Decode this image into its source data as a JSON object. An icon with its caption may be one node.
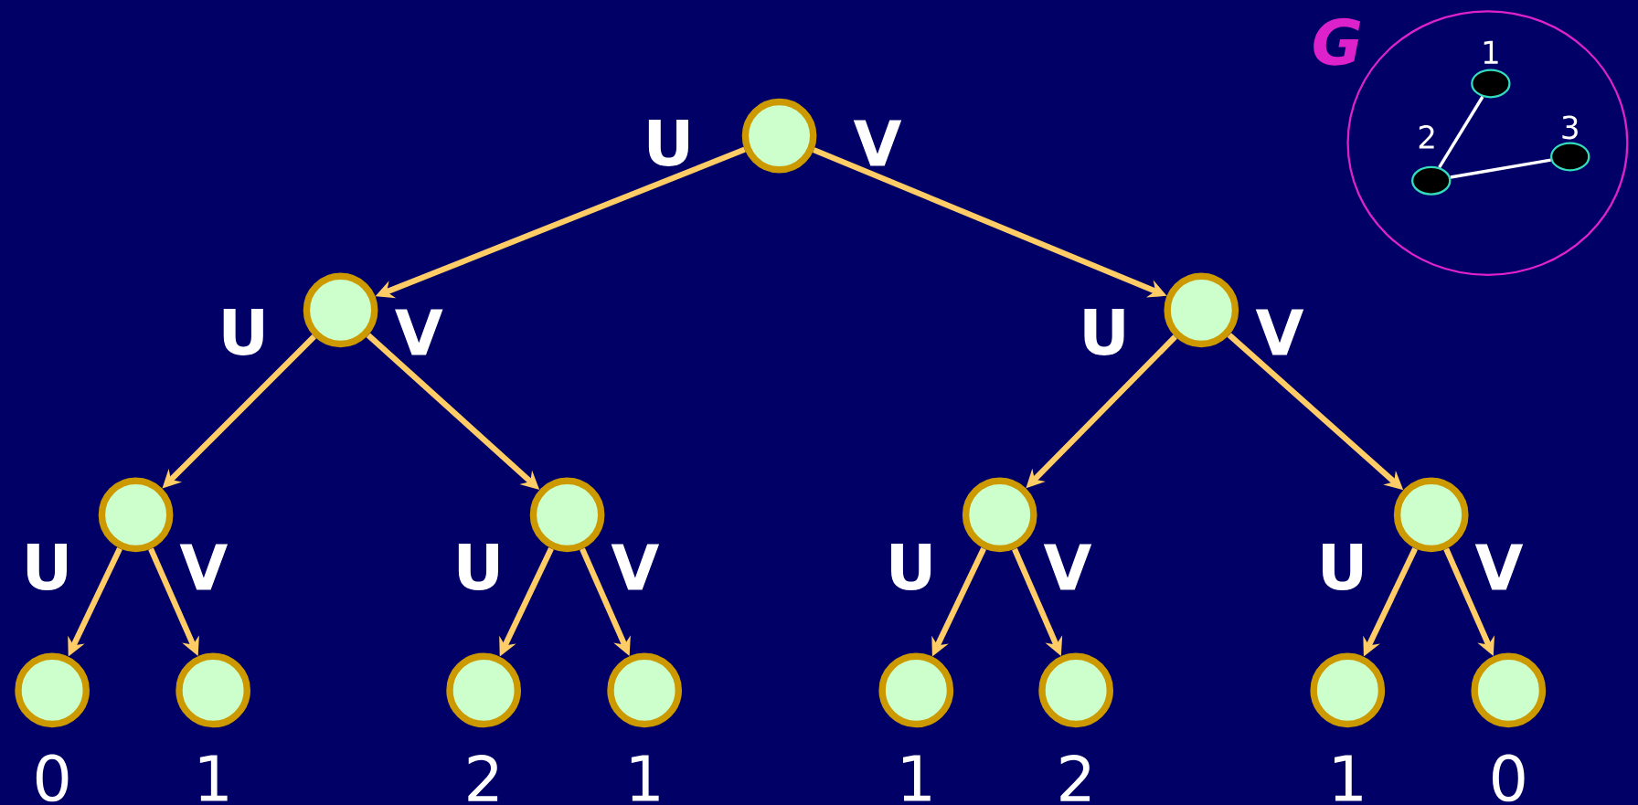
{
  "diagram": {
    "nodes": [
      {
        "text": [],
        "shape": "circle"
      },
      {
        "text": [],
        "shape": "circle"
      },
      {
        "text": [],
        "shape": "circle"
      },
      {
        "text": [],
        "shape": "circle"
      },
      {
        "text": [],
        "shape": "circle"
      },
      {
        "text": [],
        "shape": "circle"
      },
      {
        "text": [],
        "shape": "circle"
      },
      {
        "text": [],
        "shape": "circle",
        "beside": [
          "0"
        ]
      },
      {
        "text": [],
        "shape": "circle",
        "beside": [
          "1"
        ]
      },
      {
        "text": [],
        "shape": "circle",
        "beside": [
          "2"
        ]
      },
      {
        "text": [],
        "shape": "circle",
        "beside": [
          "1"
        ]
      },
      {
        "text": [],
        "shape": "circle",
        "beside": [
          "1"
        ]
      },
      {
        "text": [],
        "shape": "circle",
        "beside": [
          "2"
        ]
      },
      {
        "text": [],
        "shape": "circle",
        "beside": [
          "1"
        ]
      },
      {
        "text": [],
        "shape": "circle",
        "beside": [
          "0"
        ]
      },
      {
        "text": [
          "G"
        ]
      },
      {
        "text": [],
        "shape": "circle",
        "beside": [
          "1"
        ],
        "in": 15
      },
      {
        "text": [],
        "shape": "circle",
        "beside": [
          "2"
        ],
        "in": 15
      },
      {
        "text": [],
        "shape": "circle",
        "beside": [
          "3"
        ],
        "in": 15
      }
    ],
    "edges": [
      {
        "from": 0,
        "to": 1,
        "arrow": "to",
        "label": "U"
      },
      {
        "from": 0,
        "to": 2,
        "arrow": "to",
        "label": "V"
      },
      {
        "from": 1,
        "to": 3,
        "arrow": "to",
        "label": "U"
      },
      {
        "from": 1,
        "to": 4,
        "arrow": "to",
        "label": "V"
      },
      {
        "from": 2,
        "to": 5,
        "arrow": "to",
        "label": "U"
      },
      {
        "from": 2,
        "to": 6,
        "arrow": "to",
        "label": "V"
      },
      {
        "from": 3,
        "to": 7,
        "arrow": "to",
        "label": "U"
      },
      {
        "from": 3,
        "to": 8,
        "arrow": "to",
        "label": "V"
      },
      {
        "from": 4,
        "to": 9,
        "arrow": "to",
        "label": "U"
      },
      {
        "from": 4,
        "to": 10,
        "arrow": "to",
        "label": "V"
      },
      {
        "from": 5,
        "to": 11,
        "arrow": "to",
        "label": "U"
      },
      {
        "from": 5,
        "to": 12,
        "arrow": "to",
        "label": "V"
      },
      {
        "from": 6,
        "to": 13,
        "arrow": "to",
        "label": "U"
      },
      {
        "from": 6,
        "to": 14,
        "arrow": "to",
        "label": "V"
      },
      {
        "from": 16,
        "to": 17,
        "arrow": "none",
        "color": "#ffffff"
      },
      {
        "from": 17,
        "to": 18,
        "arrow": "none",
        "color": "#ffffff"
      }
    ]
  }
}
